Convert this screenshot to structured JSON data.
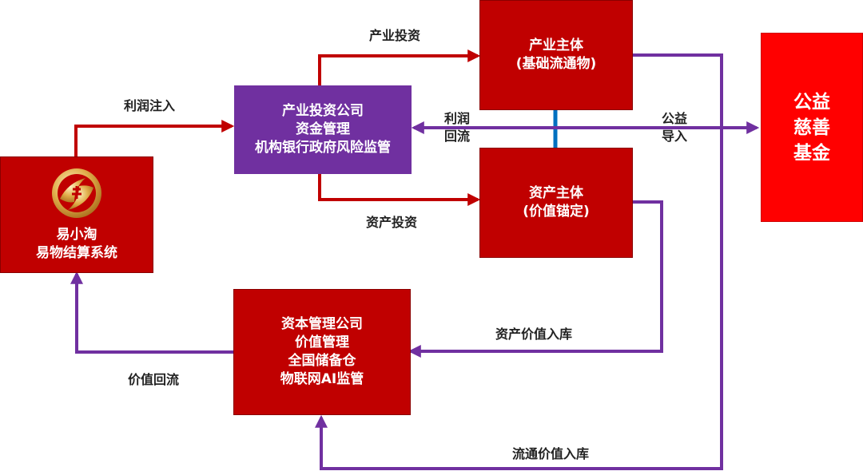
{
  "colors": {
    "dark_red": "#c00000",
    "purple": "#7030a0",
    "bright_red": "#ff0000",
    "connector_blue": "#0070c0"
  },
  "nodes": {
    "settlement": {
      "icon": "yixiaotao-logo-icon",
      "lines": [
        "易小淘",
        "易物结算系统"
      ]
    },
    "invest_company": {
      "lines": [
        "产业投资公司",
        "资金管理",
        "机构银行政府风险监管"
      ]
    },
    "industry_entity": {
      "lines": [
        "产业主体",
        "(基础流通物)"
      ]
    },
    "asset_entity": {
      "lines": [
        "资产主体",
        "(价值锚定)"
      ]
    },
    "capital_company": {
      "lines": [
        "资本管理公司",
        "价值管理",
        "全国储备仓",
        "物联网AI监管"
      ]
    },
    "charity_fund": {
      "lines": [
        "公益",
        "慈善",
        "基金"
      ]
    }
  },
  "edges": {
    "profit_injection": "利润注入",
    "industry_investment": "产业投资",
    "asset_investment": "资产投资",
    "profit_return": [
      "利润",
      "回流"
    ],
    "charity_import": [
      "公益",
      "导入"
    ],
    "asset_value_storage": "资产价值入库",
    "value_return": "价值回流",
    "circulation_value_storage": "流通价值入库"
  }
}
